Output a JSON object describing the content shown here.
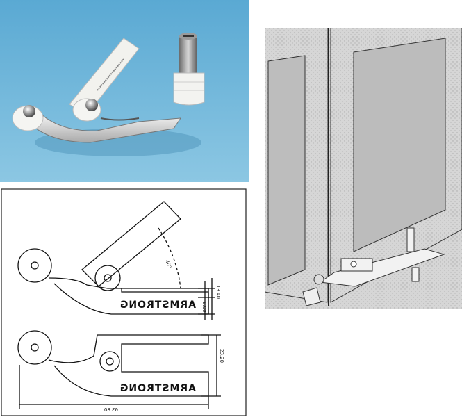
{
  "drawing": {
    "brand_top": "ARMSTRONG",
    "brand_bottom": "ARMSTRONG",
    "angle_label": "40°",
    "dim_height_small": "8.00",
    "dim_height_large": "13.40",
    "dim_height_total": "23.20",
    "dim_width_total": "63.80"
  },
  "colors": {
    "photo_bg": "#6fb6d8",
    "door_wall": "#d9d9d9",
    "door_glass": "#b8b8b8"
  }
}
